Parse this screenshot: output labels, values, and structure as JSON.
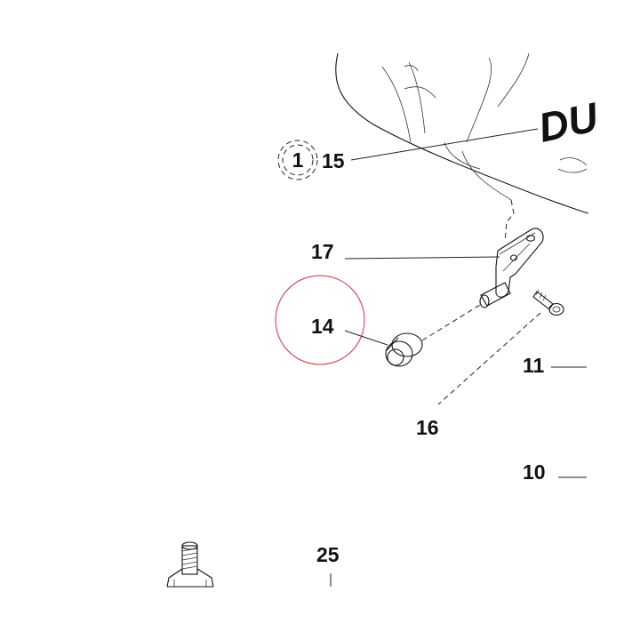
{
  "diagram": {
    "brand_text": "DU",
    "highlight_color": "#c8323c",
    "line_color": "#111111",
    "callouts": {
      "ref_circle_number": "1",
      "p15": "15",
      "p17": "17",
      "p14": "14",
      "p11": "11",
      "p16": "16",
      "p10": "10",
      "p25": "25"
    }
  }
}
